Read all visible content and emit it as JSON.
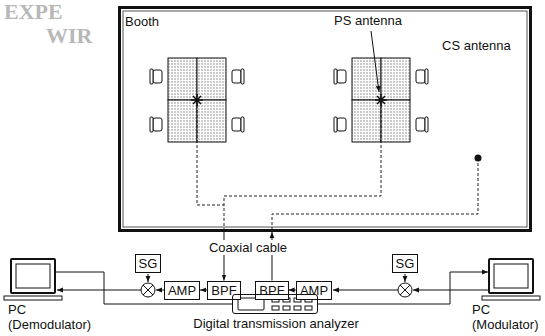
{
  "diagram": {
    "nodes": [
      {
        "text": [
          "Booth"
        ]
      },
      {
        "text": [
          "SG"
        ]
      },
      {
        "text": [
          "SG"
        ]
      },
      {
        "text": [
          "PC (Demodulator)"
        ]
      },
      {
        "text": [
          "AMP"
        ]
      },
      {
        "text": [
          "BPF"
        ]
      },
      {
        "text": [
          "BPF"
        ]
      },
      {
        "text": [
          "AMP"
        ]
      },
      {
        "text": [
          "PC (Modulator)"
        ]
      },
      {
        "text": [
          "Digital transmission analyzer"
        ]
      }
    ],
    "edges": [
      {
        "from": 0,
        "to": 5,
        "arrow": "to"
      },
      {
        "from": 6,
        "to": 0,
        "arrow": "to"
      },
      {
        "from": 5,
        "to": 4,
        "arrow": "to"
      },
      {
        "from": 7,
        "to": 6,
        "arrow": "to"
      },
      {
        "from": 9,
        "to": 3,
        "arrow": "none"
      },
      {
        "from": 9,
        "to": 8,
        "arrow": "to"
      }
    ],
    "labels": [
      "EXPE",
      "WIR",
      "PS antenna",
      "CS antenna",
      "Coaxial cable"
    ]
  }
}
